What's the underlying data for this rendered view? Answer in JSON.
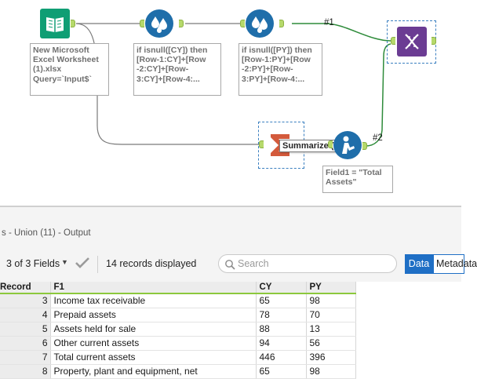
{
  "workflow": {
    "tools": [
      {
        "name": "input-data",
        "icon": "book-open-icon",
        "color": "#0f9e74"
      },
      {
        "name": "multi-row-formula-cy",
        "icon": "water-drops-icon",
        "color": "#1f6eaa"
      },
      {
        "name": "multi-row-formula-py",
        "icon": "water-drops-icon",
        "color": "#1f6eaa"
      },
      {
        "name": "union",
        "icon": "dna-icon",
        "color": "#6b3c93"
      },
      {
        "name": "summarize",
        "icon": "sigma-icon",
        "color": "#d35a3c"
      },
      {
        "name": "formula",
        "icon": "chemist-icon",
        "color": "#1f6eaa"
      }
    ],
    "annotations": {
      "input": "New Microsoft\nExcel Worksheet\n(1).xlsx\nQuery=`Input$`",
      "multirow_cy": "if isnull([CY]) then\n[Row-1:CY]+[Row\n-2:CY]+[Row-\n3:CY]+[Row-4:...",
      "multirow_py": "if isnull([PY]) then\n[Row-1:PY]+[Row\n-2:PY]+[Row-\n3:PY]+[Row-4:...",
      "formula": "Field1 = \"Total\nAssets\""
    },
    "connection_labels": {
      "first": "#1",
      "second": "#2"
    },
    "tooltip": "Summarize (9)",
    "wire_color": "#2e8b3a"
  },
  "results": {
    "title": "s - Union (11) - Output",
    "fields_selector": "3 of 3 Fields",
    "records_displayed": "14 records displayed",
    "search_placeholder": "Search",
    "tabs": {
      "data": "Data",
      "metadata": "Metadata"
    },
    "accent_color": "#1f6fc5"
  },
  "grid": {
    "headers": {
      "record": "Record",
      "f1": "F1",
      "cy": "CY",
      "py": "PY"
    },
    "rows": [
      {
        "record": "3",
        "f1": "Income tax receivable",
        "cy": "65",
        "py": "98"
      },
      {
        "record": "4",
        "f1": "Prepaid assets",
        "cy": "78",
        "py": "70"
      },
      {
        "record": "5",
        "f1": "Assets held for sale",
        "cy": "88",
        "py": "13"
      },
      {
        "record": "6",
        "f1": "Other current assets",
        "cy": "94",
        "py": "56"
      },
      {
        "record": "7",
        "f1": "Total current assets",
        "cy": "446",
        "py": "396"
      },
      {
        "record": "8",
        "f1": "Property, plant and equipment, net",
        "cy": "65",
        "py": "98"
      }
    ]
  }
}
